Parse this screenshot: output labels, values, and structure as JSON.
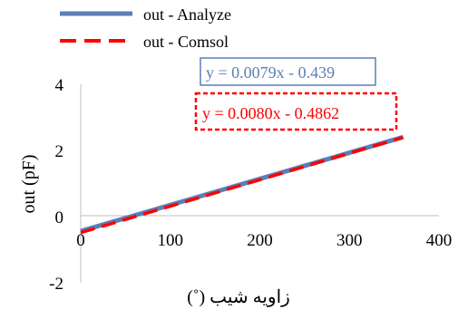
{
  "chart_data": {
    "type": "line",
    "xlabel": "زاویه شیب (˚)",
    "ylabel": "out (pF)",
    "xlim": [
      0,
      400
    ],
    "ylim": [
      -2,
      4
    ],
    "xticks": [
      "0",
      "100",
      "200",
      "300",
      "400"
    ],
    "yticks": [
      "-2",
      "0",
      "2",
      "4"
    ],
    "legend": "top-left",
    "grid": false,
    "series": [
      {
        "name": "out - Analyze",
        "color": "#5b7fb6",
        "style": "solid",
        "x": [
          0,
          360
        ],
        "y": [
          -0.439,
          2.405
        ],
        "trendline": "y = 0.0079x - 0.439"
      },
      {
        "name": "out - Comsol",
        "color": "#ff0000",
        "style": "dashed",
        "x": [
          0,
          360
        ],
        "y": [
          -0.4862,
          2.3938
        ],
        "trendline": "y = 0.0080x - 0.4862"
      }
    ]
  }
}
